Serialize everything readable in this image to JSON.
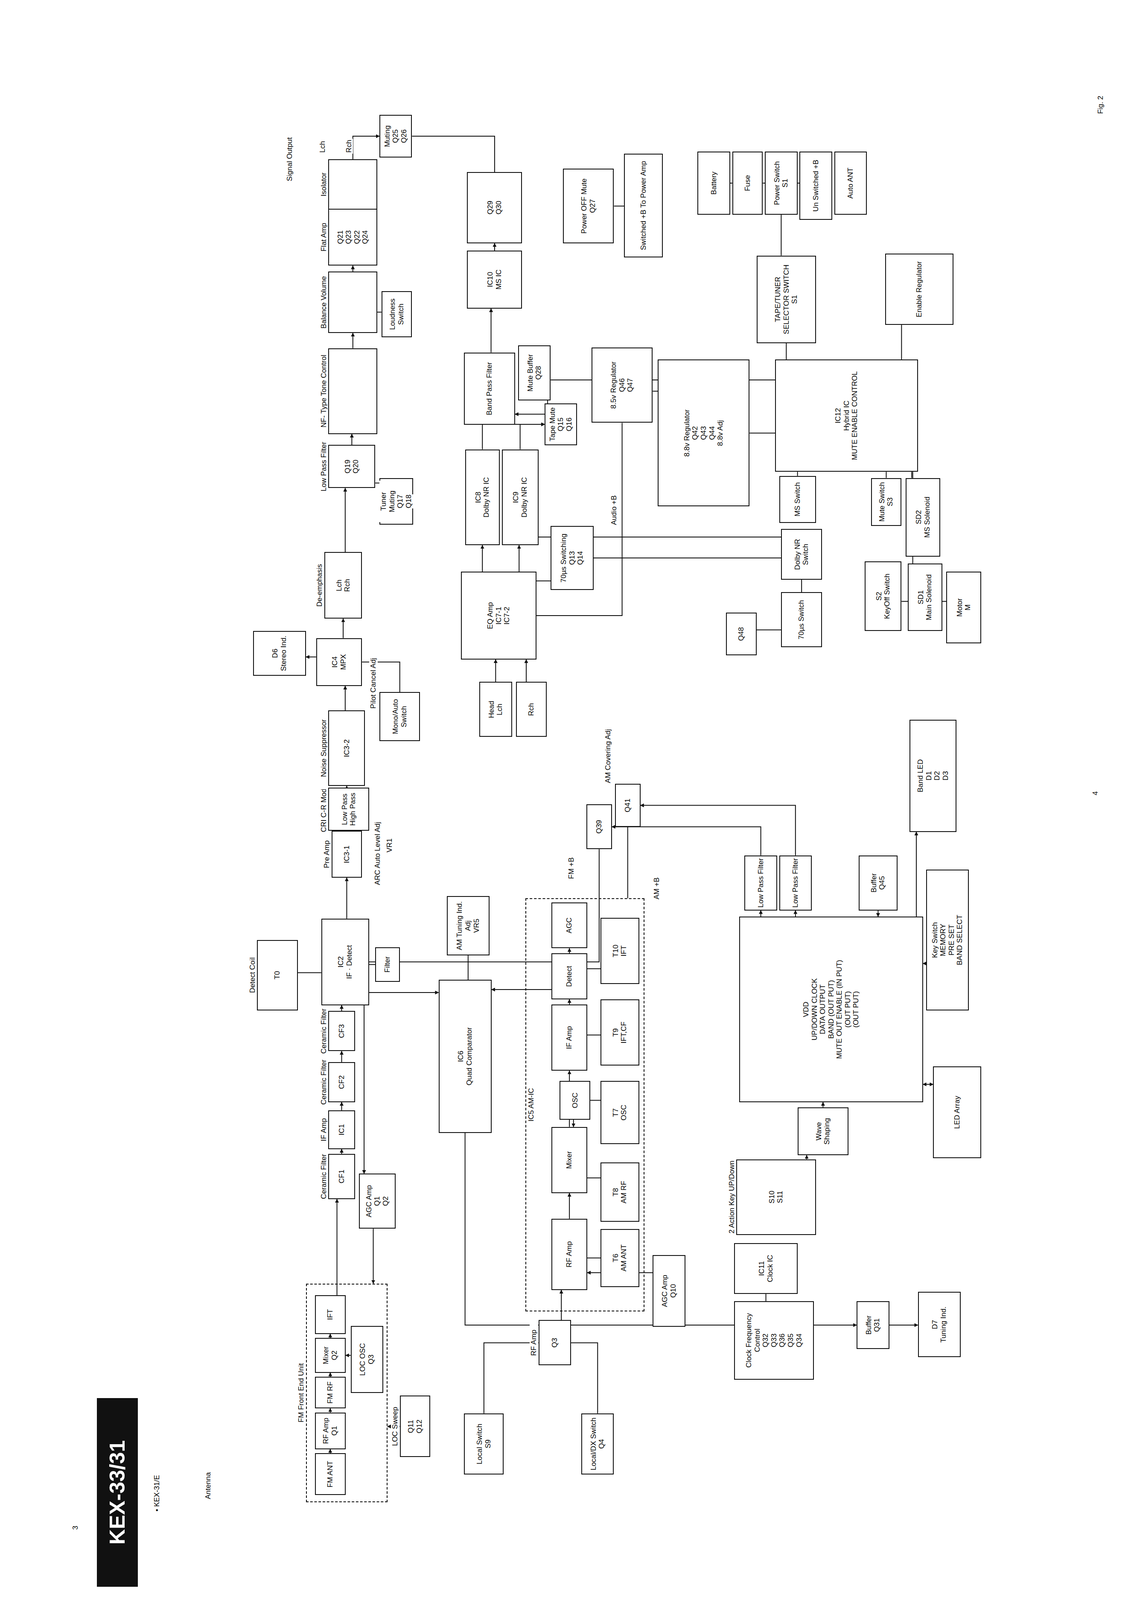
{
  "diagram": {
    "title": "KEX-33/31",
    "nodes": [
      {
        "text": [
          "FM Front End Unit"
        ]
      },
      {
        "text": [
          "FM ANT"
        ],
        "in": 0
      },
      {
        "text": [
          "RF Amp",
          "Q1"
        ],
        "in": 0
      },
      {
        "text": [
          "FM RF"
        ],
        "in": 0
      },
      {
        "text": [
          "Mixer",
          "Q2"
        ],
        "in": 0
      },
      {
        "text": [
          "IFT"
        ],
        "in": 0
      },
      {
        "text": [
          "LOC OSC",
          "Q3"
        ],
        "in": 0
      },
      {
        "text": [
          "Ceramic Filter",
          "CF1"
        ]
      },
      {
        "text": [
          "IF Amp",
          "IC1"
        ]
      },
      {
        "text": [
          "Ceramic Filter",
          "CF2"
        ]
      },
      {
        "text": [
          "Ceramic Filter",
          "CF3"
        ]
      },
      {
        "text": [
          "IC2",
          "IF · Detect"
        ]
      },
      {
        "text": [
          "Detect Coil",
          "T0"
        ]
      },
      {
        "text": [
          "Filter"
        ]
      },
      {
        "text": [
          "Pre Amp",
          "IC3-1"
        ]
      },
      {
        "text": [
          "CRI C-R Mod.",
          "Low Pass",
          "High Pass"
        ]
      },
      {
        "text": [
          "Noise Suppressor",
          "IC3-2"
        ]
      },
      {
        "text": [
          "IC4",
          "MPX"
        ]
      },
      {
        "text": [
          "D6",
          "Stereo Ind."
        ]
      },
      {
        "text": [
          "De-emphasis",
          "Lch",
          "Rch"
        ]
      },
      {
        "text": [
          "Low Pass Filter",
          "Q19",
          "Q20"
        ]
      },
      {
        "text": [
          "NF- Type Tone Control"
        ]
      },
      {
        "text": [
          "Balance Volume"
        ]
      },
      {
        "text": [
          "Flat Amp",
          "Q21",
          "Q23",
          "Q22",
          "Q24"
        ]
      },
      {
        "text": [
          "Isolator"
        ]
      },
      {
        "text": [
          "Muting",
          "Q25",
          "Q26"
        ]
      },
      {
        "text": [
          "Loudness Switch"
        ]
      },
      {
        "text": [
          "Tuner Muting",
          "Q17",
          "Q18"
        ]
      },
      {
        "text": [
          "Mono/Auto Switch"
        ]
      },
      {
        "text": [
          "LOC Sweep",
          "Q11",
          "Q12"
        ]
      },
      {
        "text": [
          "AGC Amp",
          "Q1",
          "Q2"
        ]
      },
      {
        "text": [
          "IC6",
          "Quad Comparator"
        ]
      },
      {
        "text": [
          "AM Tuning Ind. Adj",
          "VR5"
        ]
      },
      {
        "text": [
          "Local Switch",
          "S9"
        ]
      },
      {
        "text": [
          "RF Amp",
          "Q3"
        ]
      },
      {
        "text": [
          "IC5 AM-IC"
        ]
      },
      {
        "text": [
          "RF Amp"
        ],
        "in": 35
      },
      {
        "text": [
          "Mixer"
        ],
        "in": 35
      },
      {
        "text": [
          "OSC"
        ],
        "in": 35
      },
      {
        "text": [
          "IF Amp"
        ],
        "in": 35
      },
      {
        "text": [
          "Detect"
        ],
        "in": 35
      },
      {
        "text": [
          "AGC"
        ],
        "in": 35
      },
      {
        "text": [
          "T6",
          "AM ANT"
        ],
        "in": 35
      },
      {
        "text": [
          "T8",
          "AM RF"
        ],
        "in": 35
      },
      {
        "text": [
          "T7",
          "OSC"
        ],
        "in": 35
      },
      {
        "text": [
          "T9",
          "IFT,CF"
        ],
        "in": 35
      },
      {
        "text": [
          "T10",
          "IFT"
        ],
        "in": 35
      },
      {
        "text": [
          "Local/DX Switch",
          "Q4"
        ]
      },
      {
        "text": [
          "AGC Amp",
          "Q10"
        ]
      },
      {
        "text": [
          "Q39"
        ]
      },
      {
        "text": [
          "Q41"
        ]
      },
      {
        "text": [
          "Head",
          "Lch"
        ]
      },
      {
        "text": [
          "Rch"
        ]
      },
      {
        "text": [
          "EQ Amp",
          "IC7-1",
          "IC7-2"
        ]
      },
      {
        "text": [
          "70µs Switching",
          "Q13",
          "Q14"
        ]
      },
      {
        "text": [
          "IC8",
          "Dolby NR IC"
        ]
      },
      {
        "text": [
          "IC9",
          "Dolby NR IC"
        ]
      },
      {
        "text": [
          "Tape Mute",
          "Q15",
          "Q16"
        ]
      },
      {
        "text": [
          "Mute Buffer",
          "Q28"
        ]
      },
      {
        "text": [
          "Band Pass Filter"
        ]
      },
      {
        "text": [
          "IC10",
          "MS IC"
        ]
      },
      {
        "text": [
          "Q29",
          "Q30"
        ]
      },
      {
        "text": [
          "Power OFF Mute",
          "Q27"
        ]
      },
      {
        "text": [
          "8.5v Regulator",
          "Q46",
          "Q47"
        ]
      },
      {
        "text": [
          "8.8v Regulator",
          "Q42",
          "Q43",
          "Q44",
          "8.8v Adj"
        ]
      },
      {
        "text": [
          "IC12",
          "Hybrid IC",
          "MUTE ENABLE CONTROL"
        ]
      },
      {
        "text": [
          "Enable Regulator"
        ]
      },
      {
        "text": [
          "MS Switch"
        ]
      },
      {
        "text": [
          "Dolby NR Switch"
        ]
      },
      {
        "text": [
          "70µs Switch"
        ]
      },
      {
        "text": [
          "Q48"
        ]
      },
      {
        "text": [
          "Mute Switch",
          "S3"
        ]
      },
      {
        "text": [
          "SD2",
          "MS Solenoid"
        ]
      },
      {
        "text": [
          "S2",
          "KeyOff Switch"
        ]
      },
      {
        "text": [
          "SD1",
          "Main Solenoid"
        ]
      },
      {
        "text": [
          "Motor",
          "M"
        ]
      },
      {
        "text": [
          "Battery"
        ]
      },
      {
        "text": [
          "Fuse"
        ]
      },
      {
        "text": [
          "Power Switch",
          "S1"
        ]
      },
      {
        "text": [
          "Un Switched +B"
        ]
      },
      {
        "text": [
          "Auto ANT"
        ]
      },
      {
        "text": [
          "Switched +B To Power Amp"
        ]
      },
      {
        "text": [
          "TAPE/TUNER SELECTOR SWITCH",
          "S1"
        ]
      },
      {
        "text": [
          "Band LED",
          "D1",
          "D2",
          "D3"
        ]
      },
      {
        "text": [
          "Buffer",
          "Q45"
        ]
      },
      {
        "text": [
          "Low Pass Filter"
        ]
      },
      {
        "text": [
          "Low Pass Filter"
        ]
      },
      {
        "text": [
          "VDD",
          "UP/DOWN CLOCK",
          "DATA OUTPUT",
          "BAND (OUT PUT)",
          "MUTE OUT ENABLE (IN PUT)",
          "(OUT PUT)",
          "(OUT PUT)"
        ]
      },
      {
        "text": [
          "Key Switch",
          "MEMORY",
          "PRE SET",
          "BAND SELECT"
        ]
      },
      {
        "text": [
          "LED Array"
        ]
      },
      {
        "text": [
          "Wave Shaping"
        ]
      },
      {
        "text": [
          "2 Action Key UP/Down",
          "S10",
          "S11"
        ]
      },
      {
        "text": [
          "IC11",
          "Clock IC"
        ]
      },
      {
        "text": [
          "Clock Frequency Control",
          "Q32",
          "Q33",
          "Q36",
          "Q35",
          "Q34"
        ]
      },
      {
        "text": [
          "Buffer",
          "Q31"
        ]
      },
      {
        "text": [
          "D7",
          "Tuning Ind."
        ]
      }
    ],
    "edges": [
      {
        "from": 1,
        "to": 2,
        "arrow": "to"
      },
      {
        "from": 2,
        "to": 3,
        "arrow": "to"
      },
      {
        "from": 3,
        "to": 4,
        "arrow": "to"
      },
      {
        "from": 6,
        "to": 4,
        "arrow": "to"
      },
      {
        "from": 4,
        "to": 5,
        "arrow": "to"
      },
      {
        "from": 5,
        "to": 7,
        "arrow": "to"
      },
      {
        "from": 7,
        "to": 8,
        "arrow": "to"
      },
      {
        "from": 8,
        "to": 9,
        "arrow": "to"
      },
      {
        "from": 9,
        "to": 10,
        "arrow": "to"
      },
      {
        "from": 10,
        "to": 11,
        "arrow": "to"
      },
      {
        "from": 12,
        "to": 11,
        "arrow": "none"
      },
      {
        "from": 13,
        "to": 11,
        "arrow": "none"
      },
      {
        "from": 11,
        "to": 14,
        "arrow": "to"
      },
      {
        "from": 14,
        "to": 15,
        "arrow": "to"
      },
      {
        "from": 15,
        "to": 16,
        "arrow": "to"
      },
      {
        "from": 16,
        "to": 17,
        "arrow": "to"
      },
      {
        "from": 17,
        "to": 18,
        "arrow": "to"
      },
      {
        "from": 17,
        "to": 19,
        "arrow": "to"
      },
      {
        "from": 19,
        "to": 20,
        "arrow": "to"
      },
      {
        "from": 20,
        "to": 21,
        "arrow": "to"
      },
      {
        "from": 21,
        "to": 22,
        "arrow": "to"
      },
      {
        "from": 22,
        "to": 23,
        "arrow": "to"
      },
      {
        "from": 23,
        "to": 24,
        "arrow": "to"
      },
      {
        "from": 24,
        "to": 25,
        "arrow": "to"
      },
      {
        "from": 26,
        "to": 22,
        "arrow": "none"
      },
      {
        "from": 27,
        "to": 20,
        "arrow": "none"
      },
      {
        "from": 28,
        "to": 17,
        "arrow": "none"
      },
      {
        "from": 29,
        "to": 0,
        "arrow": "to"
      },
      {
        "from": 30,
        "to": 0,
        "arrow": "to"
      },
      {
        "from": 11,
        "to": 30,
        "arrow": "to"
      },
      {
        "from": 11,
        "to": 31,
        "arrow": "to"
      },
      {
        "from": 32,
        "to": 31,
        "arrow": "none"
      },
      {
        "from": 33,
        "to": 34,
        "arrow": "none"
      },
      {
        "from": 34,
        "to": 36,
        "arrow": "to"
      },
      {
        "from": 36,
        "to": 37,
        "arrow": "to"
      },
      {
        "from": 37,
        "to": 39,
        "arrow": "to"
      },
      {
        "from": 38,
        "to": 37,
        "arrow": "to"
      },
      {
        "from": 39,
        "to": 40,
        "arrow": "to"
      },
      {
        "from": 40,
        "to": 41,
        "arrow": "to"
      },
      {
        "from": 42,
        "to": 36,
        "arrow": "none"
      },
      {
        "from": 43,
        "to": 37,
        "arrow": "none"
      },
      {
        "from": 44,
        "to": 38,
        "arrow": "none"
      },
      {
        "from": 45,
        "to": 39,
        "arrow": "none"
      },
      {
        "from": 46,
        "to": 40,
        "arrow": "none"
      },
      {
        "from": 47,
        "to": 34,
        "arrow": "none"
      },
      {
        "from": 48,
        "to": 36,
        "arrow": "to"
      },
      {
        "from": 40,
        "to": 31,
        "arrow": "to"
      },
      {
        "from": 49,
        "to": 11,
        "arrow": "none"
      },
      {
        "from": 50,
        "to": 35,
        "arrow": "none"
      },
      {
        "from": 51,
        "to": 53,
        "arrow": "to"
      },
      {
        "from": 52,
        "to": 53,
        "arrow": "to"
      },
      {
        "from": 53,
        "to": 55,
        "arrow": "to"
      },
      {
        "from": 53,
        "to": 56,
        "arrow": "to"
      },
      {
        "from": 54,
        "to": 53,
        "arrow": "none"
      },
      {
        "from": 55,
        "to": 57,
        "arrow": "to"
      },
      {
        "from": 56,
        "to": 57,
        "arrow": "to"
      },
      {
        "from": 57,
        "to": 59,
        "arrow": "to"
      },
      {
        "from": 59,
        "to": 60,
        "arrow": "to"
      },
      {
        "from": 58,
        "to": 57,
        "arrow": "none"
      },
      {
        "from": 60,
        "to": 61,
        "arrow": "to"
      },
      {
        "from": 62,
        "to": 81,
        "arrow": "none"
      },
      {
        "from": 63,
        "to": 53,
        "arrow": "none"
      },
      {
        "from": 64,
        "to": 63,
        "arrow": "none"
      },
      {
        "from": 76,
        "to": 77,
        "arrow": "none"
      },
      {
        "from": 77,
        "to": 78,
        "arrow": "none"
      },
      {
        "from": 78,
        "to": 79,
        "arrow": "none"
      },
      {
        "from": 78,
        "to": 82,
        "arrow": "none"
      },
      {
        "from": 82,
        "to": 64,
        "arrow": "none"
      },
      {
        "from": 67,
        "to": 65,
        "arrow": "none"
      },
      {
        "from": 68,
        "to": 56,
        "arrow": "none"
      },
      {
        "from": 69,
        "to": 54,
        "arrow": "none"
      },
      {
        "from": 70,
        "to": 69,
        "arrow": "none"
      },
      {
        "from": 71,
        "to": 65,
        "arrow": "none"
      },
      {
        "from": 72,
        "to": 65,
        "arrow": "none"
      },
      {
        "from": 74,
        "to": 65,
        "arrow": "none"
      },
      {
        "from": 75,
        "to": 73,
        "arrow": "none"
      },
      {
        "from": 66,
        "to": 65,
        "arrow": "none"
      },
      {
        "from": 84,
        "to": 87,
        "arrow": "to"
      },
      {
        "from": 87,
        "to": 85,
        "arrow": "to"
      },
      {
        "from": 87,
        "to": 86,
        "arrow": "to"
      },
      {
        "from": 85,
        "to": 49,
        "arrow": "to"
      },
      {
        "from": 86,
        "to": 50,
        "arrow": "to"
      },
      {
        "from": 88,
        "to": 87,
        "arrow": "to"
      },
      {
        "from": 87,
        "to": 89,
        "arrow": "both"
      },
      {
        "from": 90,
        "to": 87,
        "arrow": "to"
      },
      {
        "from": 91,
        "to": 90,
        "arrow": "to"
      },
      {
        "from": 93,
        "to": 92,
        "arrow": "none"
      },
      {
        "from": 31,
        "to": 94,
        "arrow": "to"
      },
      {
        "from": 94,
        "to": 95,
        "arrow": "to"
      },
      {
        "from": 87,
        "to": 83,
        "arrow": "to"
      },
      {
        "from": 65,
        "to": 58,
        "arrow": "none"
      },
      {
        "from": 60,
        "to": 25,
        "arrow": "none"
      }
    ],
    "labels": [
      "• KEX-31/E",
      "Antenna",
      "Signal Output",
      "Lch",
      "Rch",
      "Pilot Cancel Adj",
      "ARC Auto Level Adj",
      "VR1",
      "AM Covering Adj",
      "FM +B",
      "AM +B",
      "Audio +B",
      "Fig. 2",
      "3",
      "4"
    ]
  }
}
